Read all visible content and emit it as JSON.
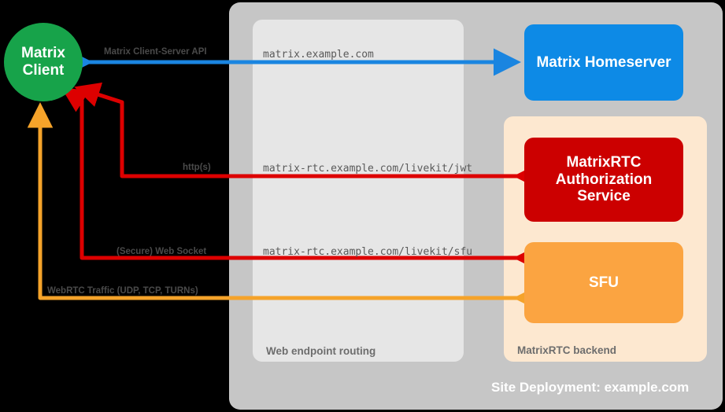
{
  "diagram": {
    "title": "Site Deployment: example.com",
    "colors": {
      "site_deployment_bg": "#c6c6c6",
      "web_routing_bg": "#e6e6e6",
      "rtc_backend_bg": "#fde8d0",
      "client_green": "#17a34a",
      "homeserver_blue": "#0d8ae6",
      "auth_red": "#cc0000",
      "sfu_orange": "#fba441",
      "arrow_blue": "#1a85e0",
      "arrow_red": "#dd0000",
      "arrow_orange": "#f5a32a",
      "label_gray": "#6d6d6d",
      "url_gray": "#5a5a5a"
    }
  },
  "nodes": {
    "client": {
      "line1": "Matrix",
      "line2": "Client"
    },
    "homeserver": {
      "label": "Matrix Homeserver"
    },
    "auth_service": {
      "line1": "MatrixRTC",
      "line2": "Authorization",
      "line3": "Service"
    },
    "sfu": {
      "label": "SFU"
    }
  },
  "regions": {
    "site_deployment": {
      "label": "Site Deployment: example.com"
    },
    "web_routing": {
      "label": "Web endpoint routing"
    },
    "rtc_backend": {
      "label": "MatrixRTC backend"
    }
  },
  "endpoints": {
    "homeserver_url": "matrix.example.com",
    "jwt_url": "matrix-rtc.example.com/livekit/jwt",
    "sfu_url": "matrix-rtc.example.com/livekit/sfu"
  },
  "flows": {
    "client_server_api": "Matrix Client-Server API",
    "https": "http(s)",
    "websocket": "(Secure) Web Socket",
    "webrtc": "WebRTC Traffic (UDP, TCP, TURNs)"
  }
}
